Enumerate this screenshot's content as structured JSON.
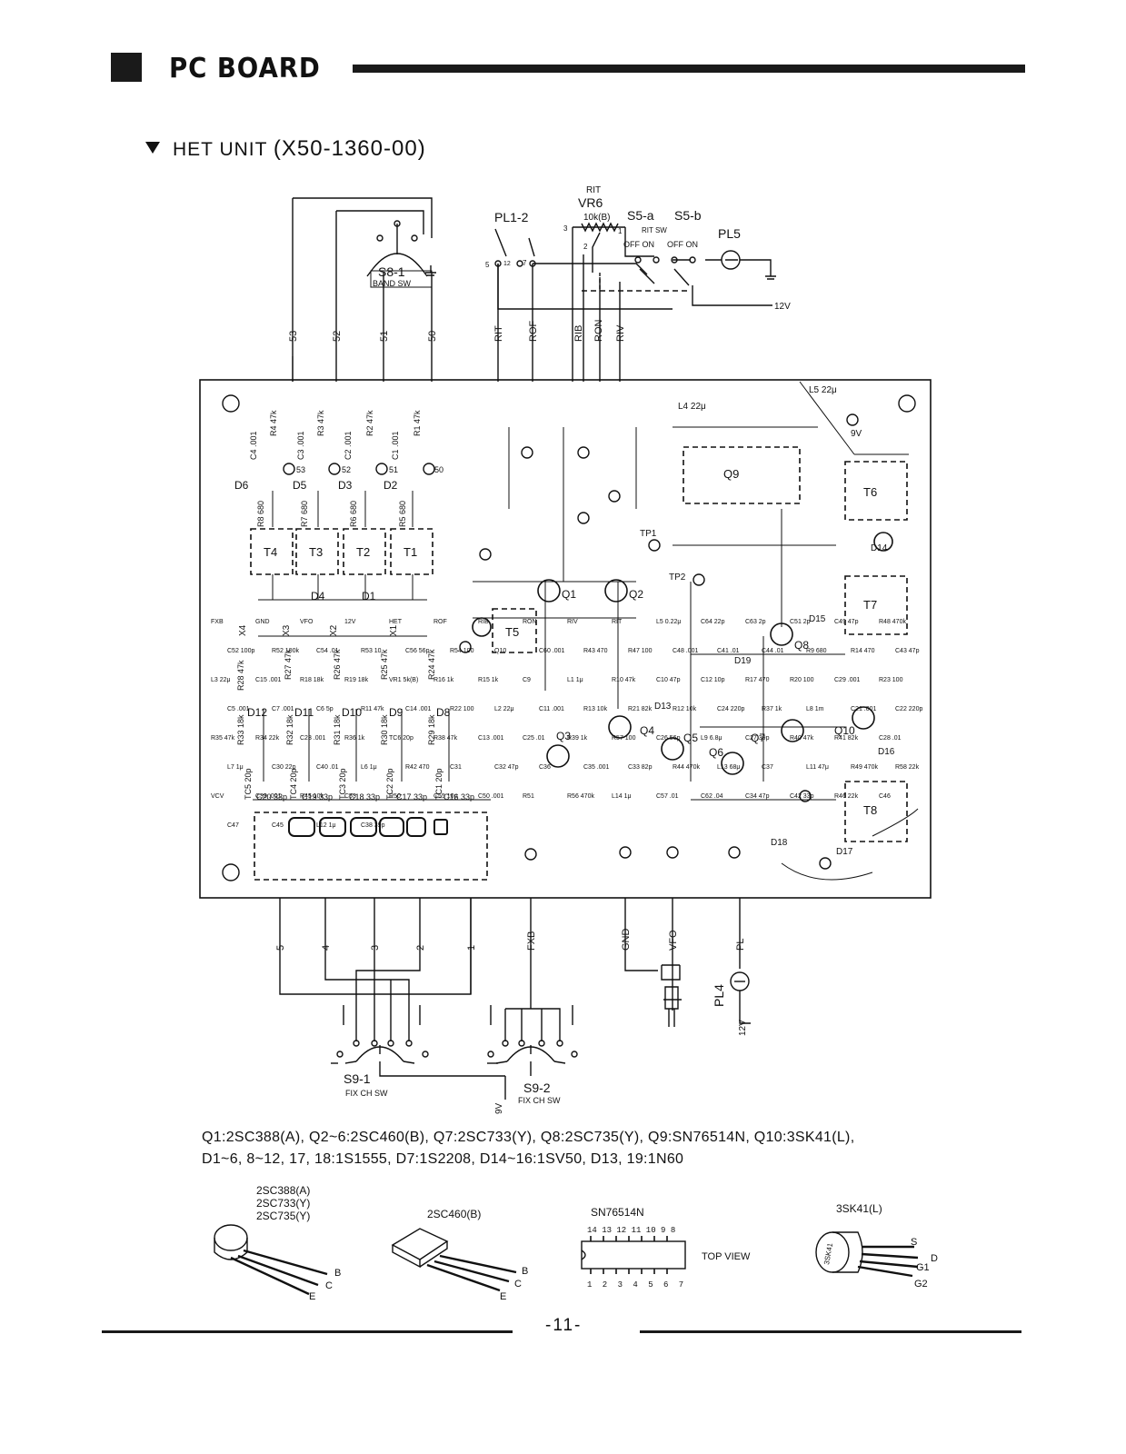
{
  "header": {
    "title": "PC BOARD"
  },
  "section": {
    "title": "HET UNIT",
    "part_number": "(X50-1360-00)"
  },
  "top_switch": {
    "ref": "S8-1",
    "name": "BAND SW"
  },
  "rit_area": {
    "pl_ref": "PL1-2",
    "vr_label": "RIT",
    "vr_ref": "VR6",
    "vr_value": "10k(B)",
    "s5a": "S5-a",
    "s5b": "S5-b",
    "rit_sw": "RIT SW",
    "off_on": "OFF  ON",
    "off_on_2": "OFF  ON",
    "pl5": "PL5",
    "v12": "12V",
    "pins": {
      "p1": "1",
      "p2": "2",
      "p3": "3",
      "p5": "5",
      "p7": "7",
      "p12": "12"
    }
  },
  "top_wires": [
    "53",
    "52",
    "51",
    "50",
    "RIT",
    "ROF",
    "RIB",
    "RON",
    "RIV"
  ],
  "bottom_wires": [
    "5",
    "4",
    "3",
    "2",
    "1",
    "FXB",
    "GND",
    "VFO",
    "PL"
  ],
  "board": {
    "transformers": [
      "T4",
      "T3",
      "T2",
      "T1",
      "T5",
      "T6",
      "T7",
      "T8"
    ],
    "ic": "Q9",
    "transistors": [
      "Q1",
      "Q2",
      "Q3",
      "Q4",
      "Q5",
      "Q6",
      "Q7",
      "Q8",
      "Q10"
    ],
    "diodes_top": [
      "D6",
      "D5",
      "D3",
      "D2",
      "D4",
      "D1"
    ],
    "diodes_bottom": [
      "D12",
      "D11",
      "D10",
      "D9",
      "D8"
    ],
    "crystals": [
      "X4",
      "X3",
      "X2",
      "X1"
    ],
    "caps_top": [
      "C4 .001",
      "C3 .001",
      "C2 .001",
      "C1 .001"
    ],
    "res_top": [
      "R4 47k",
      "R3 47k",
      "R2 47k",
      "R1 47k"
    ],
    "trimmers": [
      "TC5 20p",
      "TC4 20p",
      "TC3 20p",
      "TC2 20p",
      "TC1 20p"
    ],
    "pads": [
      "53",
      "52",
      "51",
      "50"
    ],
    "right_labels": [
      "L5 22μ",
      "9V",
      "L4 22μ",
      "D14",
      "D15",
      "D16",
      "D17",
      "D18",
      "D19",
      "D13",
      "TP1",
      "TP2"
    ],
    "misc": [
      "FXB",
      "GND",
      "VFO",
      "12V",
      "HET",
      "ROF",
      "RIB",
      "RON",
      "RIV",
      "RIT",
      "L5 0.22μ",
      "C64 22p",
      "C63 2p",
      "C51 2p",
      "C49 47p",
      "R48 470k",
      "C52 100p",
      "R52 100k",
      "C54 .01",
      "R53 10",
      "C56 56p",
      "R54 100",
      "Q10",
      "C60 .001",
      "R43 470",
      "R47 100",
      "C48 .001",
      "C41 .01",
      "C44 .01",
      "R9 680",
      "R14 470",
      "C43 47p",
      "L3 22μ",
      "C15 .001",
      "R18 18k",
      "R19 18k",
      "VR1 5k(B)",
      "R16 1k",
      "R15 1k",
      "C9",
      "L1 1μ",
      "R10 47k",
      "C10 47p",
      "C12 10p",
      "R17 470",
      "R20 100",
      "C29 .001",
      "R23 100",
      "C5 .001",
      "C7 .001",
      "C6 5p",
      "R11 47k",
      "C14 .001",
      "R22 100",
      "L2 22μ",
      "C11 .001",
      "R13 10k",
      "R21 82k",
      "R12 10k",
      "C24 220p",
      "R37 1k",
      "L8 1m",
      "C21 .001",
      "C22 220p",
      "R35 47k",
      "R34 22k",
      "C23 .001",
      "R36 1k",
      "TC6 20p",
      "R38 47k",
      "C13 .001",
      "C25 .01",
      "R39 1k",
      "R57 100",
      "C26 56p",
      "L9 6.8μ",
      "C27 39p",
      "R40 47k",
      "R41 82k",
      "C28 .01",
      "L7 1μ",
      "C30 22p",
      "C40 .01",
      "L6 1μ",
      "R42 470",
      "C31",
      "C32 47p",
      "C36",
      "C35 .001",
      "C33 82p",
      "R44 470k",
      "L13 68μ",
      "C37",
      "L11 47μ",
      "R49 470k",
      "R58 22k",
      "VCV",
      "C39 .001",
      "R45 10k",
      "C53",
      "R50",
      "C55 10p",
      "C50 .001",
      "R51",
      "R56 470k",
      "L14 1μ",
      "C57 .01",
      "C62 .04",
      "C34 47p",
      "C42 33p",
      "R46 22k",
      "C46",
      "C47",
      "C45",
      "L12 1μ",
      "C38 39p"
    ],
    "res_bottom": [
      "R28 47k",
      "R27 47k",
      "R26 47k",
      "R25 47k",
      "R24 47k",
      "R33 18k",
      "R32 18k",
      "R31 18k",
      "R30 18k",
      "R29 18k"
    ],
    "caps_bottom": [
      "C20 33p",
      "C19 33p",
      "C18 33p",
      "C17 33p",
      "C16 33p"
    ],
    "res_misc": [
      "R8 680",
      "R7 680",
      "R6 680",
      "R5 680"
    ]
  },
  "bottom_switches": [
    {
      "ref": "S9-1",
      "name": "FIX CH SW"
    },
    {
      "ref": "S9-2",
      "name": "FIX CH SW"
    }
  ],
  "pl4": {
    "ref": "PL4",
    "v": "12V",
    "v9": "9V"
  },
  "legend": {
    "line1": "Q1:2SC388(A), Q2~6:2SC460(B), Q7:2SC733(Y), Q8:2SC735(Y), Q9:SN76514N, Q10:3SK41(L),",
    "line2": "D1~6, 8~12, 17, 18:1S1555, D7:1S2208, D14~16:1SV50, D13, 19:1N60"
  },
  "packages": {
    "to92_names": [
      "2SC388(A)",
      "2SC733(Y)",
      "2SC735(Y)"
    ],
    "flat_name": "2SC460(B)",
    "ic_name": "SN76514N",
    "ic_pins_top": "14 13 12 11 10 9 8",
    "ic_pins_bottom": "1 2 3 4 5 6 7",
    "ic_view": "TOP VIEW",
    "fet_name": "3SK41(L)",
    "pin_e": "E",
    "pin_c": "C",
    "pin_b": "B",
    "pin_s": "S",
    "pin_d": "D",
    "pin_g1": "G1",
    "pin_g2": "G2",
    "fet_marking": "3SK41"
  },
  "footer": {
    "page": "-11-"
  }
}
